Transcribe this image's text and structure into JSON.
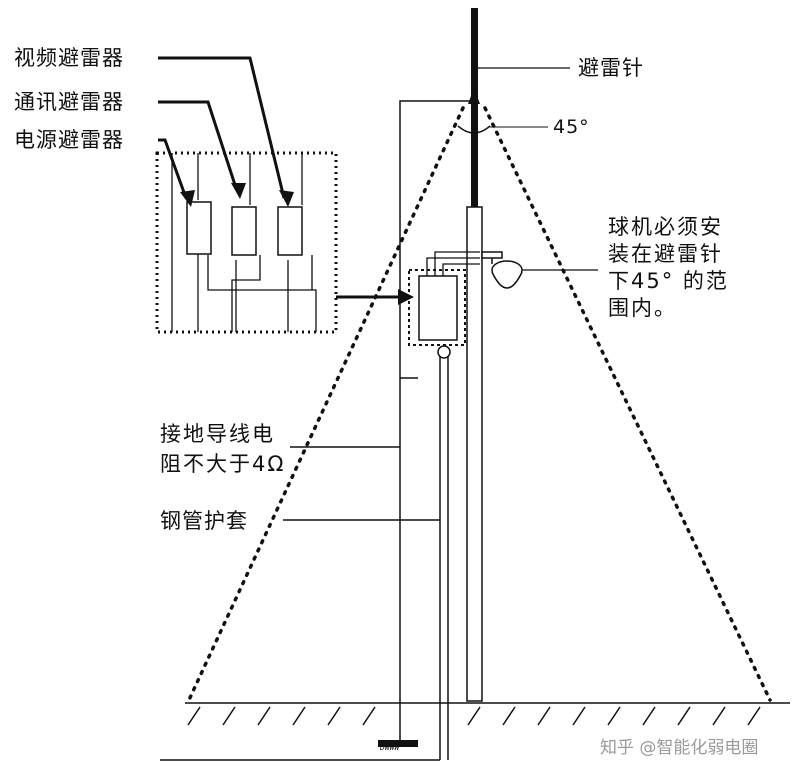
{
  "labels": {
    "video_arrester": "视频避雷器",
    "comm_arrester": "通讯避雷器",
    "power_arrester": "电源避雷器",
    "lightning_rod": "避雷针",
    "angle": "45°",
    "camera_note_lines": [
      "球机必须安",
      "装在避雷针",
      "下45° 的范",
      "围内。"
    ],
    "ground_wire_lines": [
      "接地导线电",
      "阻不大于4Ω"
    ],
    "steel_sleeve": "钢管护套",
    "ground_symbol": "DWWW"
  },
  "watermark": "知乎 @智能化弱电圈"
}
